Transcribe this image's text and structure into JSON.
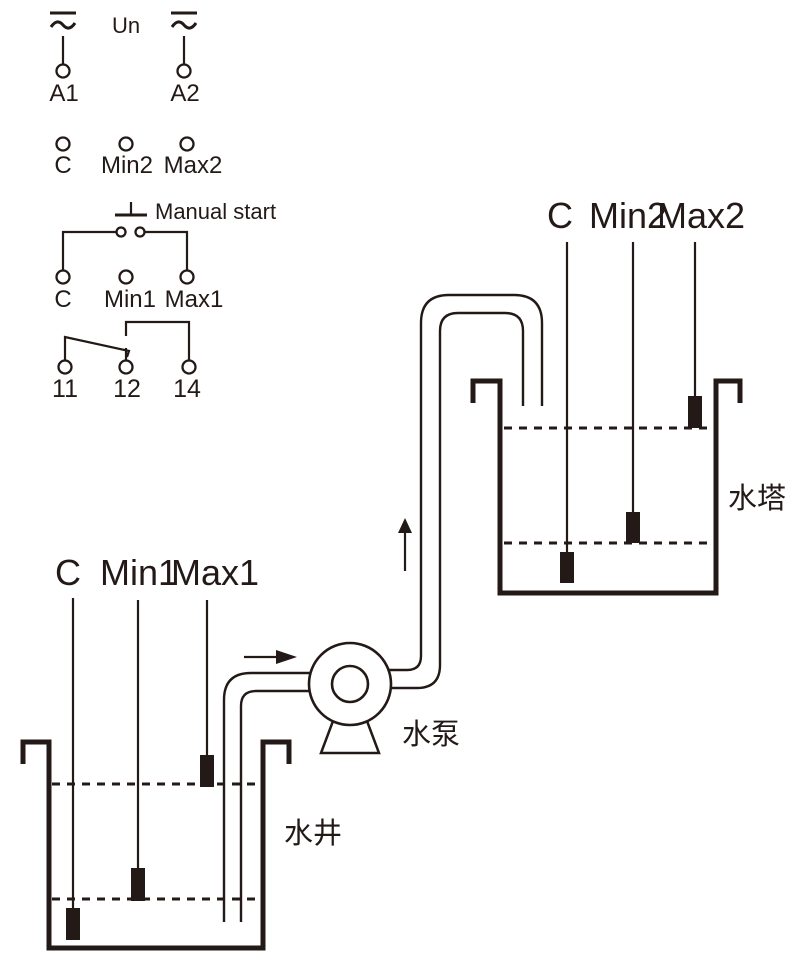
{
  "colors": {
    "ink": "#231916",
    "background": "#ffffff"
  },
  "terminal_diagram": {
    "supply": {
      "voltage_label": "Un",
      "a1": "A1",
      "a2": "A2"
    },
    "tower_probe_terminals": {
      "c": "C",
      "min": "Min2",
      "max": "Max2"
    },
    "manual_start": "Manual start",
    "well_probe_terminals": {
      "c": "C",
      "min": "Min1",
      "max": "Max1"
    },
    "output_contacts": {
      "common": "11",
      "nc": "12",
      "no": "14"
    }
  },
  "application": {
    "tower": {
      "label": "水塔",
      "c": "C",
      "min": "Min2",
      "max": "Max2"
    },
    "well": {
      "label": "水井",
      "c": "C",
      "min": "Min1",
      "max": "Max1"
    },
    "pump": {
      "label": "水泵"
    }
  },
  "icons": {
    "ac_supply_icon": "~",
    "push_button_icon": "⊥",
    "flow_right_icon": "→",
    "flow_up_icon": "↑"
  }
}
